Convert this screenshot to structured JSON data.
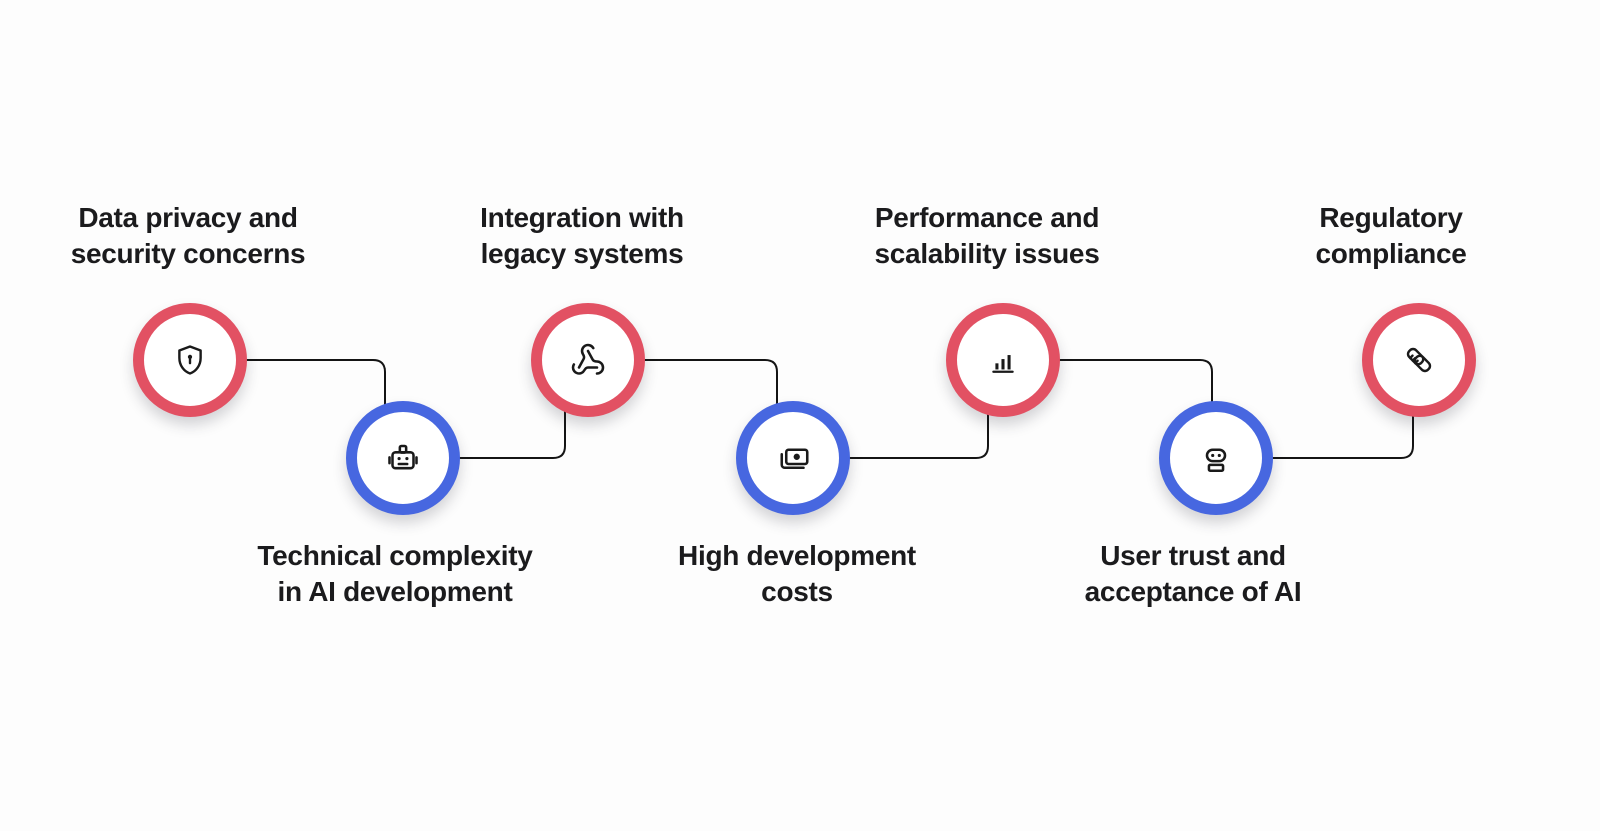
{
  "canvas": {
    "background_color": "#fdfdfd",
    "line_color": "#141414",
    "text_color": "#1b1b1d",
    "node_fill_color": "#ffffff",
    "red_ring_color": "#e25163",
    "blue_ring_color": "#4767e0"
  },
  "steps": [
    {
      "label_line1": "Data privacy and",
      "label_line2": "security concerns",
      "icon": "shield-lock-icon",
      "ring_color": "#e25163",
      "position": "top"
    },
    {
      "label_line1": "Technical complexity",
      "label_line2": "in AI development",
      "icon": "robot-head-icon",
      "ring_color": "#4767e0",
      "position": "bottom"
    },
    {
      "label_line1": "Integration with",
      "label_line2": "legacy systems",
      "icon": "webhook-icon",
      "ring_color": "#e25163",
      "position": "top"
    },
    {
      "label_line1": "High development",
      "label_line2": "costs",
      "icon": "banknote-icon",
      "ring_color": "#4767e0",
      "position": "bottom"
    },
    {
      "label_line1": "Performance and",
      "label_line2": "scalability issues",
      "icon": "bar-chart-icon",
      "ring_color": "#e25163",
      "position": "top"
    },
    {
      "label_line1": "User trust and",
      "label_line2": "acceptance of AI",
      "icon": "bot-icon",
      "ring_color": "#4767e0",
      "position": "bottom"
    },
    {
      "label_line1": "Regulatory",
      "label_line2": "compliance",
      "icon": "handshake-icon",
      "ring_color": "#e25163",
      "position": "top"
    }
  ]
}
